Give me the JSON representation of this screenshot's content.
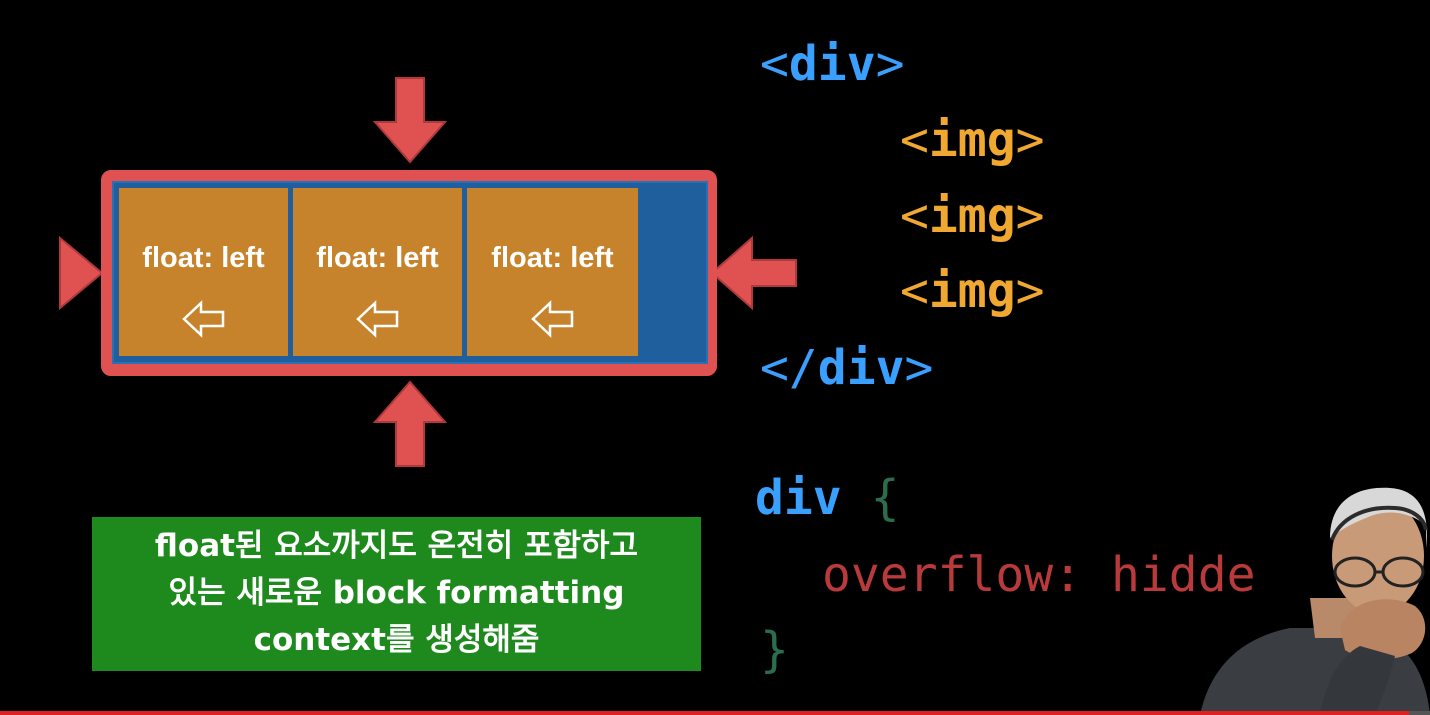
{
  "diagram": {
    "float_boxes": [
      {
        "label": "float: left",
        "icon": "left-arrow-outline-icon"
      },
      {
        "label": "float: left",
        "icon": "left-arrow-outline-icon"
      },
      {
        "label": "float: left",
        "icon": "left-arrow-outline-icon"
      }
    ],
    "arrows": [
      "down-arrow-icon",
      "up-arrow-icon",
      "right-arrow-icon",
      "left-arrow-icon"
    ],
    "colors": {
      "container": "#1f5f9e",
      "float_box": "#c7832c",
      "border": "#e05252",
      "arrow": "#e05252"
    }
  },
  "caption": {
    "line1": "float된 요소까지도 온전히 포함하고",
    "line2": "있는 새로운 block formatting",
    "line3": "context를 생성해줌",
    "background": "#1e8a1e"
  },
  "code_html": {
    "line1_open": "<",
    "line1_tag": "div",
    "line1_close": ">",
    "img_open": "<",
    "img_tag": "img",
    "img_close": ">",
    "line5_open": "</",
    "line5_tag": "div",
    "line5_close": ">"
  },
  "code_css": {
    "selector": "div",
    "brace_open": "{",
    "property": "overflow:",
    "value": "hidde",
    "brace_close": "}"
  },
  "video": {
    "progress_fraction": 0.985,
    "progress_color": "#e02020"
  },
  "webcam": {
    "icon": "presenter-avatar-icon"
  }
}
